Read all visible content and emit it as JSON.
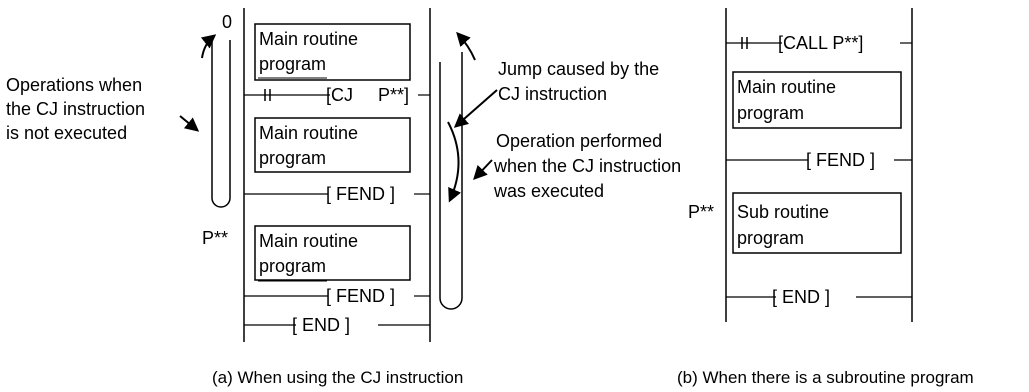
{
  "diagram_a": {
    "caption": "(a) When using the CJ instruction",
    "step_zero": "0",
    "label_not_executed": [
      "Operations when",
      "the CJ instruction",
      "is not executed"
    ],
    "label_jump": [
      "Jump caused by the",
      "CJ instruction"
    ],
    "label_executed": [
      "Operation performed",
      "when the CJ instruction",
      "was executed"
    ],
    "pointer_label": "P**",
    "box1": [
      "Main routine",
      "program"
    ],
    "box2": [
      "Main routine",
      "program"
    ],
    "box3": [
      "Main routine",
      "program"
    ],
    "cj_name": "[CJ",
    "cj_operand": "P**]",
    "fend1": "[ FEND ]",
    "fend2": "[ FEND ]",
    "end": "[ END ]"
  },
  "diagram_b": {
    "caption": "(b) When there is a subroutine program",
    "call": "[CALL P**]",
    "box1": [
      "Main routine",
      "program"
    ],
    "fend": "[ FEND ]",
    "pointer_label": "P**",
    "box2": [
      "Sub routine",
      "program"
    ],
    "end": "[ END ]"
  }
}
